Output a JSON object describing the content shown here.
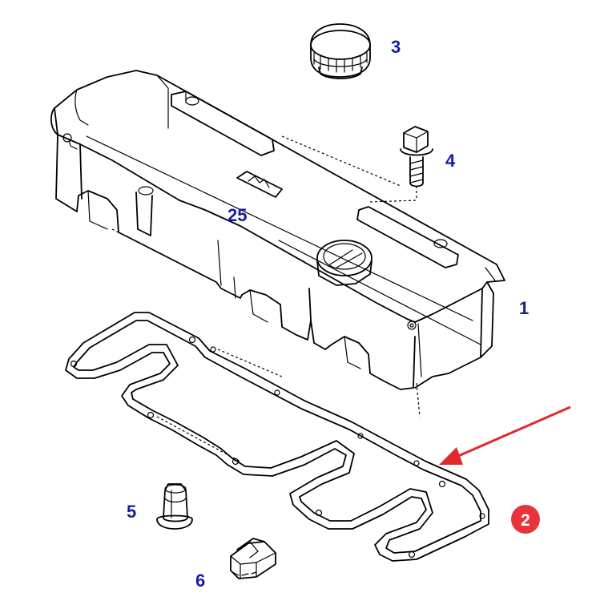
{
  "labels": {
    "cover": "1",
    "gasket": "2",
    "cap": "3",
    "bolt": "4",
    "sleeve": "5",
    "block": "6",
    "badge": "25"
  },
  "colors": {
    "label_text": "#1a1aa6",
    "callout_fill": "#e8333a",
    "arrow": "#e02a2a",
    "line": "#000000"
  }
}
